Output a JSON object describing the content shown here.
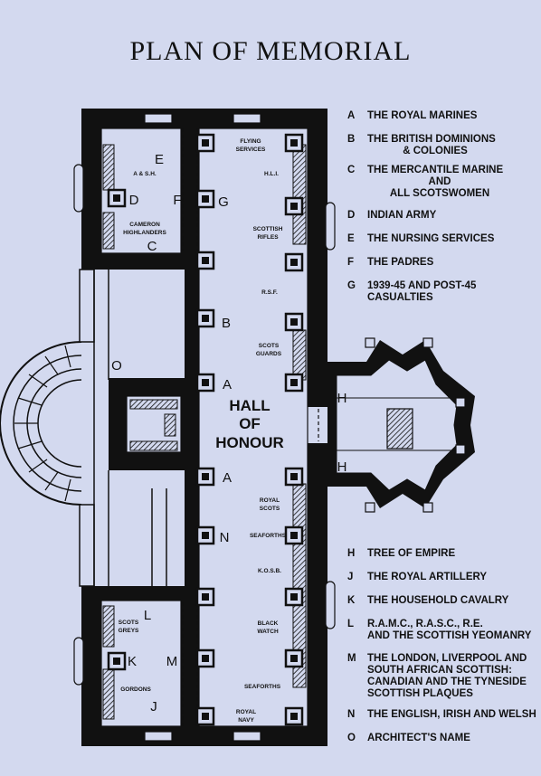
{
  "title": "PLAN OF MEMORIAL",
  "plan": {
    "hall_line1": "HALL",
    "hall_line2": "OF",
    "hall_line3": "HONOUR",
    "rooms": {
      "flying": [
        "FLYING",
        "SERVICES"
      ],
      "hli": "H.L.I.",
      "scottish_rifles": [
        "SCOTTISH",
        "RIFLES"
      ],
      "rsf": "R.S.F.",
      "scots_guards": [
        "SCOTS",
        "GUARDS"
      ],
      "royal_scots": [
        "ROYAL",
        "SCOTS"
      ],
      "seaforths": "SEAFORTHS",
      "kosb": "K.O.S.B.",
      "black_watch": [
        "BLACK",
        "WATCH"
      ],
      "seaforths2": "SEAFORTHS",
      "royal_navy": [
        "ROYAL",
        "NAVY"
      ],
      "ash": "A & S.H.",
      "cameron": [
        "CAMERON",
        "HIGHLANDERS"
      ],
      "scots_greys": [
        "SCOTS",
        "GREYS"
      ],
      "gordons": "GORDONS"
    },
    "markers": {
      "E": "E",
      "D": "D",
      "F": "F",
      "G": "G",
      "C": "C",
      "B": "B",
      "O": "O",
      "A1": "A",
      "A2": "A",
      "N": "N",
      "H1": "H",
      "H2": "H",
      "L": "L",
      "K": "K",
      "M": "M",
      "J": "J"
    }
  },
  "legend_top": [
    {
      "key": "A",
      "text": "THE ROYAL MARINES",
      "centered": false
    },
    {
      "key": "B",
      "text": "THE BRITISH DOMINIONS\n& COLONIES",
      "centered": false
    },
    {
      "key": "C",
      "text": "THE MERCANTILE MARINE\nAND\nALL SCOTSWOMEN",
      "centered": false
    },
    {
      "key": "D",
      "text": "INDIAN ARMY",
      "centered": false
    },
    {
      "key": "E",
      "text": "THE NURSING SERVICES",
      "centered": false
    },
    {
      "key": "F",
      "text": "THE PADRES",
      "centered": false
    },
    {
      "key": "G",
      "text": "1939-45 AND POST-45\nCASUALTIES",
      "centered": false
    }
  ],
  "legend_bottom": [
    {
      "key": "H",
      "text": "TREE OF EMPIRE"
    },
    {
      "key": "J",
      "text": "THE ROYAL ARTILLERY"
    },
    {
      "key": "K",
      "text": "THE HOUSEHOLD CAVALRY"
    },
    {
      "key": "L",
      "text": "R.A.M.C., R.A.S.C., R.E.\nAND THE SCOTTISH YEOMANRY"
    },
    {
      "key": "M",
      "text": "THE LONDON, LIVERPOOL AND\nSOUTH AFRICAN SCOTTISH:\nCANADIAN AND THE TYNESIDE\nSCOTTISH PLAQUES"
    },
    {
      "key": "N",
      "text": "THE ENGLISH, IRISH AND WELSH"
    },
    {
      "key": "O",
      "text": "ARCHITECT'S NAME"
    }
  ]
}
